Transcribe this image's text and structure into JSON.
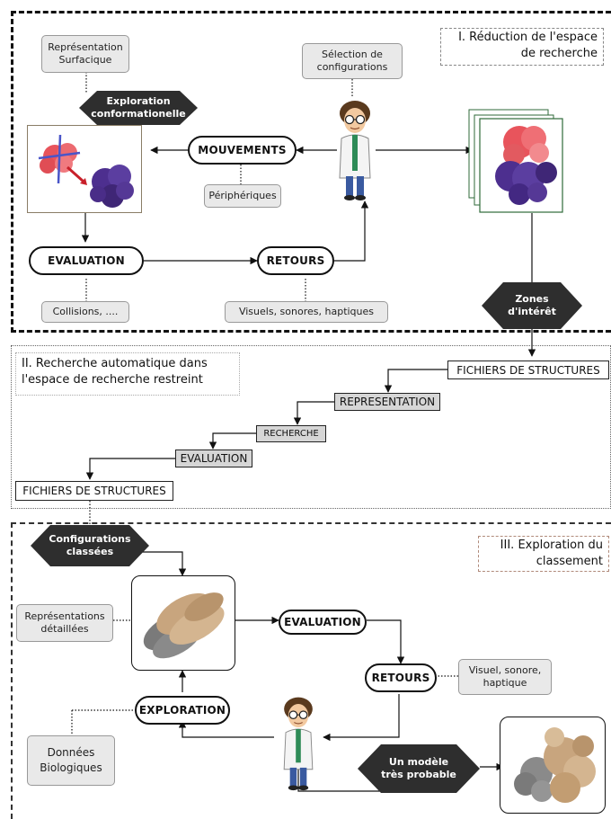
{
  "colors": {
    "ink": "#111111",
    "note_fill": "#e9e9e9",
    "grey_box_fill": "#d6d6d6",
    "hexagon_fill": "#2e2e2e",
    "protein_red": "#e8545c",
    "protein_purple": "#4d2f8f",
    "protein_tan": "#c8a57e",
    "protein_grey": "#8a8a8a"
  },
  "section1": {
    "title": "I. Réduction de l'espace\nde recherche",
    "note_surface": "Représentation\nSurfacique",
    "hex_exploration": "Exploration\nconformationelle",
    "mouvements": "MOUVEMENTS",
    "note_peripheriques": "Périphériques",
    "note_selection": "Sélection de\nconfigurations",
    "evaluation": "EVALUATION",
    "retours": "RETOURS",
    "note_collisions": "Collisions, ....",
    "note_feedback": "Visuels, sonores, haptiques",
    "hex_zones": "Zones\nd'intérêt",
    "icons": [
      "scientist-icon",
      "protein-complex-icon",
      "stacked-frames-icon"
    ]
  },
  "section2": {
    "title": "II. Recherche automatique dans\nl'espace de recherche restreint",
    "fichiers_top": "FICHIERS DE STRUCTURES",
    "representation": "REPRESENTATION",
    "recherche": "RECHERCHE",
    "evaluation": "EVALUATION",
    "fichiers_bottom": "FICHIERS DE STRUCTURES"
  },
  "section3": {
    "title": "III. Exploration du\nclassement",
    "hex_configurations": "Configurations\nclassées",
    "note_detailed": "Représentations\ndétaillées",
    "evaluation": "EVALUATION",
    "retours": "RETOURS",
    "note_feedback": "Visuel, sonore,\nhaptique",
    "exploration": "EXPLORATION",
    "note_biological": "Données\nBiologiques",
    "hex_model": "Un modèle\ntrès probable",
    "icons": [
      "scientist-icon",
      "protein-fiber-icon",
      "protein-complex-icon"
    ]
  }
}
